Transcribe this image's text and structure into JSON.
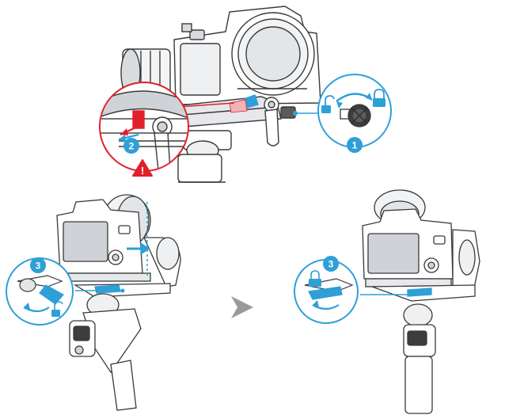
{
  "steps": {
    "step1": "1",
    "step2": "2",
    "step3_left": "3",
    "step3_right": "3"
  },
  "warning_mark": "!",
  "colors": {
    "accent_blue": "#2f9fd8",
    "warning_red": "#e0202a",
    "line_dark": "#3a3a3a",
    "fill_gray": "#cfd2d6",
    "arrow_gray": "#9a9a9a"
  },
  "icons": {
    "locked": "lock-closed-icon",
    "unlocked": "lock-open-icon",
    "warning": "warning-triangle-icon",
    "direction": "chevron-right-icon"
  }
}
